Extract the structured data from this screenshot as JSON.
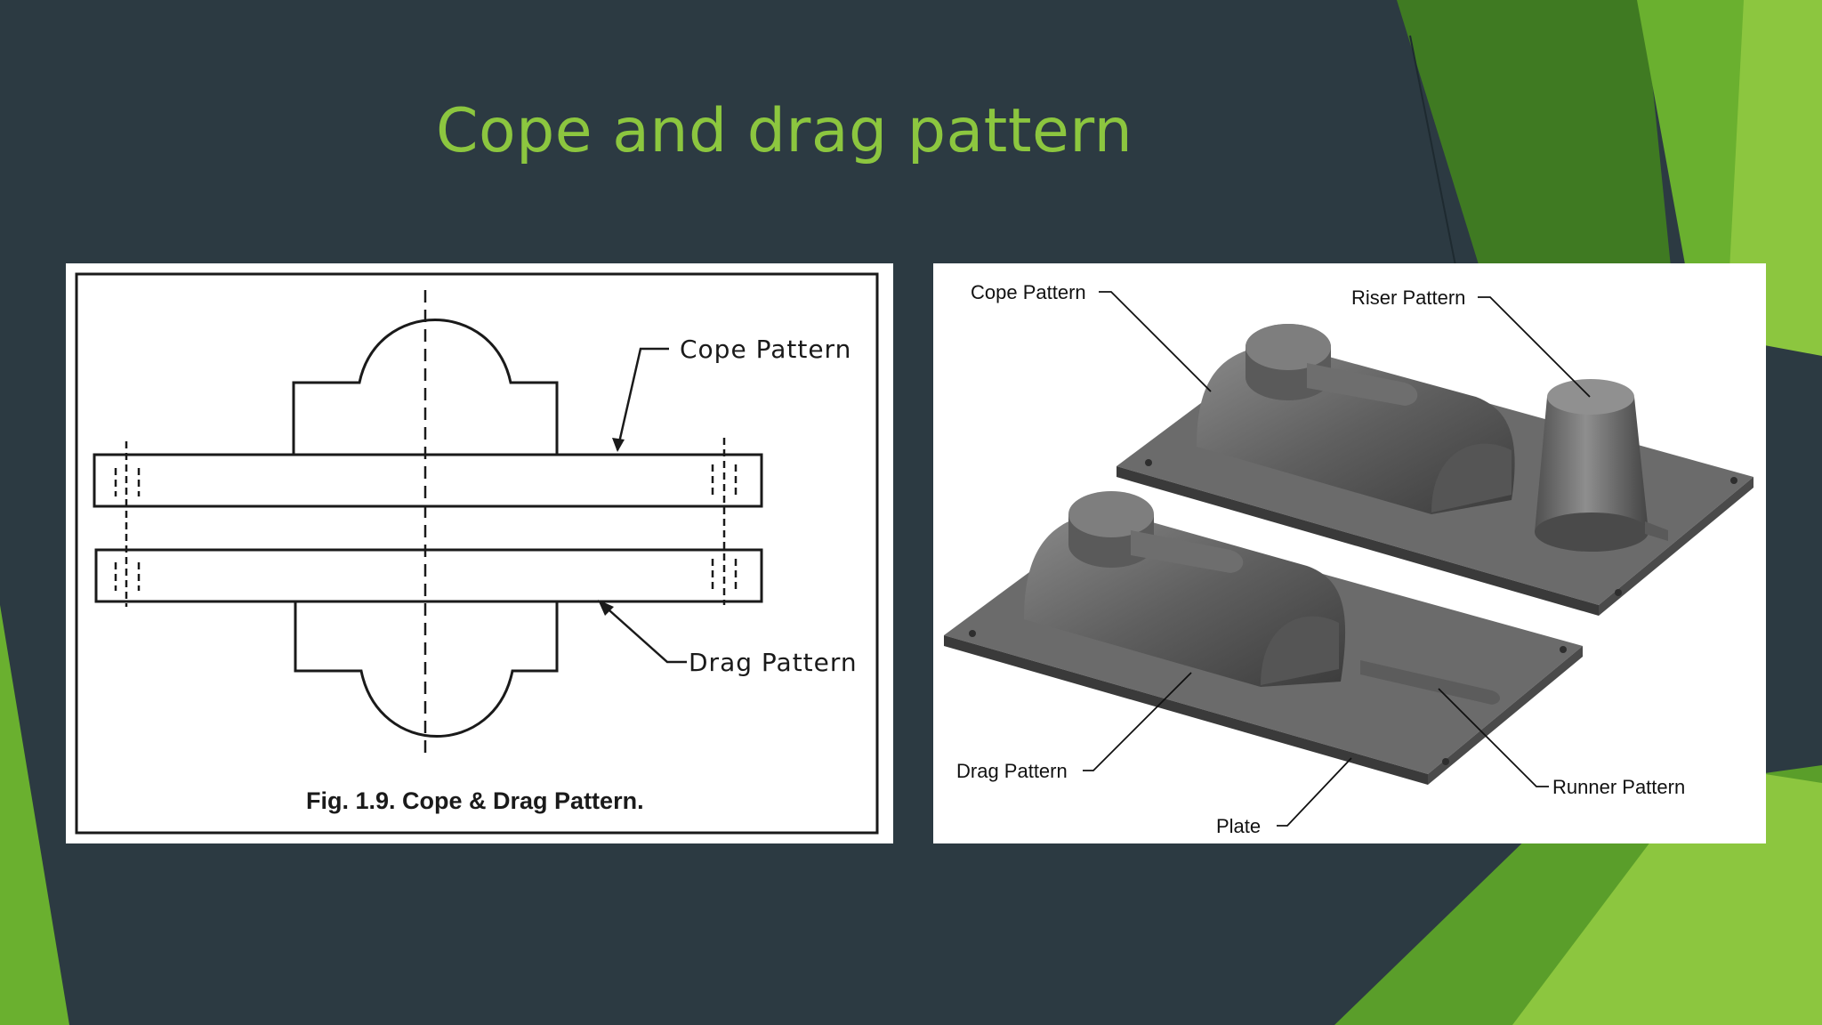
{
  "slide": {
    "title": "Cope and drag pattern",
    "colors": {
      "background": "#2c3a42",
      "title": "#8cc63f",
      "accent_green": "#6ab02f",
      "dark_green": "#3f7a22"
    }
  },
  "left_figure": {
    "labels": {
      "cope": "Cope Pattern",
      "drag": "Drag Pattern"
    },
    "caption": "Fig. 1.9. Cope & Drag Pattern."
  },
  "right_figure": {
    "labels": {
      "cope": "Cope Pattern",
      "riser": "Riser Pattern",
      "drag": "Drag Pattern",
      "plate": "Plate",
      "runner": "Runner Pattern"
    }
  }
}
